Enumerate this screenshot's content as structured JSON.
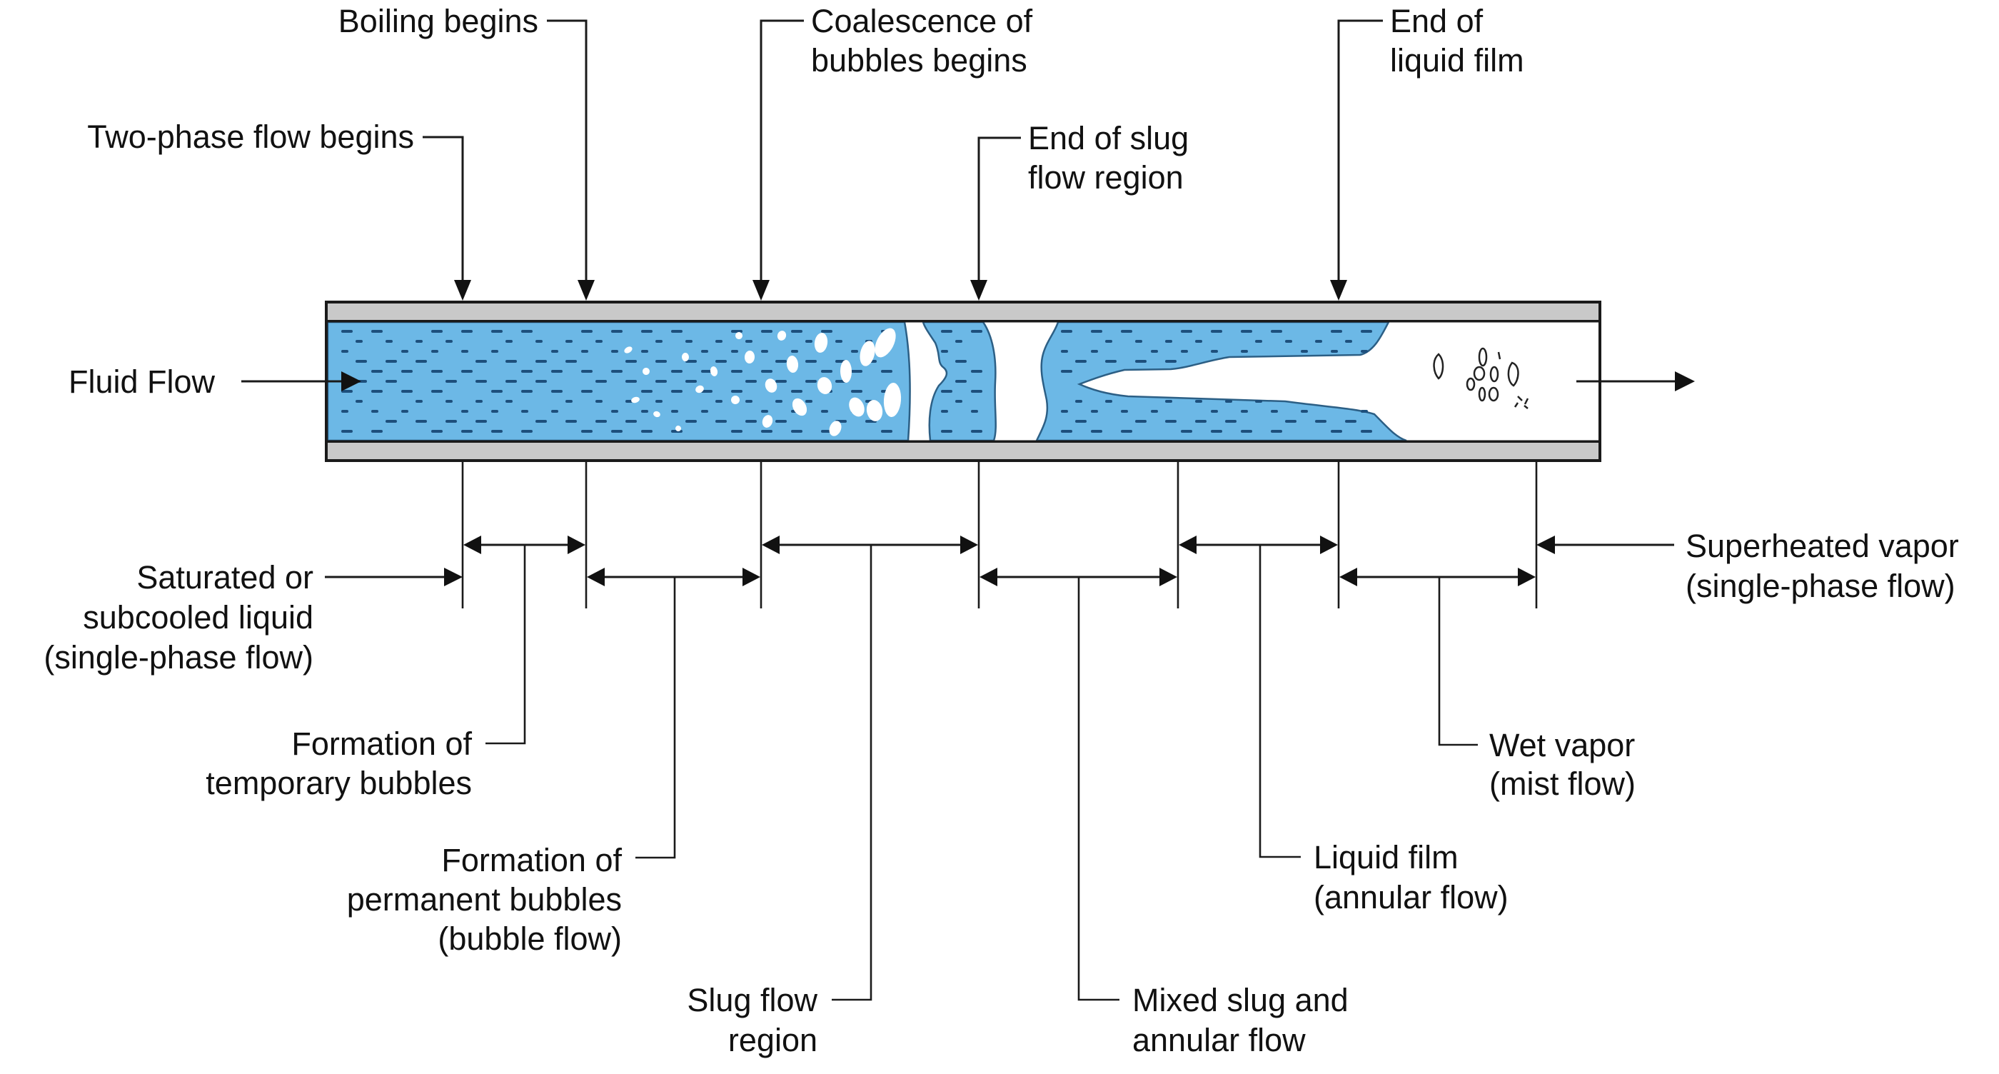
{
  "figure": {
    "type": "two-phase flow regimes in a heated tube",
    "colors": {
      "liquid": "#6cb8e6",
      "liquid_texture": "#1d4f7c",
      "pipe_wall": "#c9c9c9",
      "vapor": "#ffffff",
      "lines": "#1a1a1a"
    }
  },
  "inlet": {
    "label": "Fluid Flow"
  },
  "transition_markers": [
    {
      "id": "two-phase",
      "lines": [
        "Two-phase flow begins"
      ]
    },
    {
      "id": "boiling",
      "lines": [
        "Boiling begins"
      ]
    },
    {
      "id": "coalescence",
      "lines": [
        "Coalescence of",
        "bubbles begins"
      ]
    },
    {
      "id": "end-slug",
      "lines": [
        "End of slug",
        "flow region"
      ]
    },
    {
      "id": "end-film",
      "lines": [
        "End of",
        "liquid film"
      ]
    }
  ],
  "regions": [
    {
      "id": "single-liquid",
      "lines": [
        "Saturated or",
        "subcooled liquid",
        "(single-phase flow)"
      ]
    },
    {
      "id": "temp-bubbles",
      "lines": [
        "Formation of",
        "temporary bubbles"
      ]
    },
    {
      "id": "perm-bubbles",
      "lines": [
        "Formation of",
        "permanent bubbles",
        "(bubble flow)"
      ]
    },
    {
      "id": "slug",
      "lines": [
        "Slug flow",
        "region"
      ]
    },
    {
      "id": "mixed",
      "lines": [
        "Mixed slug and",
        "annular flow"
      ]
    },
    {
      "id": "liquid-film",
      "lines": [
        "Liquid film",
        "(annular flow)"
      ]
    },
    {
      "id": "wet-vapor",
      "lines": [
        "Wet vapor",
        "(mist flow)"
      ]
    },
    {
      "id": "superheated",
      "lines": [
        "Superheated vapor",
        "(single-phase flow)"
      ]
    }
  ]
}
